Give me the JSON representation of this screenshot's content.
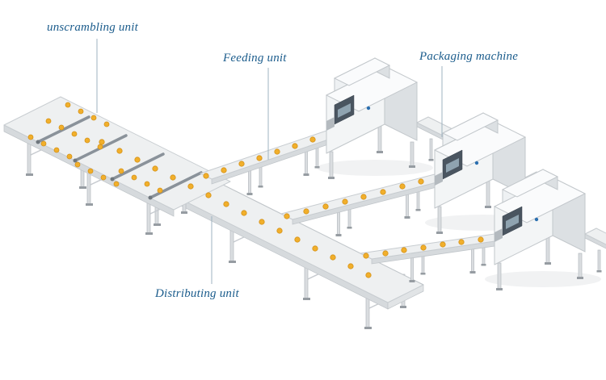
{
  "labels": {
    "unscrambling": "unscrambling unit",
    "feeding": "Feeding unit",
    "packaging": "Packaging machine",
    "distributing": "Distributing unit"
  },
  "colors": {
    "background": "#ffffff",
    "label_text": "#1b5c8c",
    "leader_line": "#9fb3c0",
    "conveyor_top": "#eef0f1",
    "machine_body": "#f3f5f6",
    "machine_shade": "#dce0e3",
    "product_dot": "#f1af2b",
    "panel_dark": "#4a5560",
    "accent_blue": "#2a6fb0"
  }
}
